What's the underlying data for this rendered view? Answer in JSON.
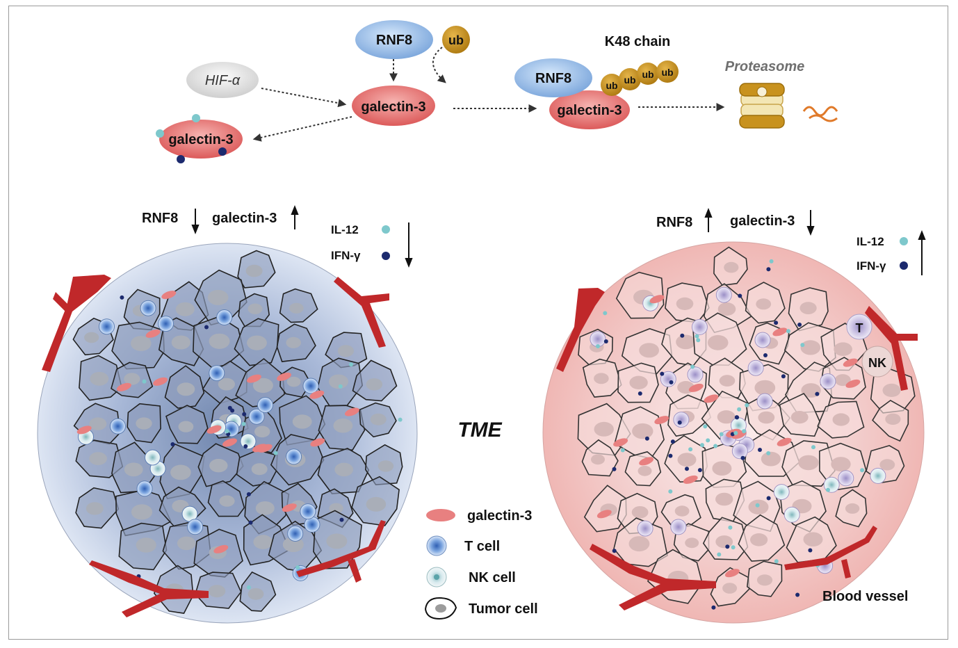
{
  "pathway": {
    "hif": "HIF-α",
    "rnf8": "RNF8",
    "ub": "ub",
    "galectin3": "galectin-3",
    "k48_chain": "K48 chain",
    "proteasome": "Proteasome"
  },
  "left_panel": {
    "rnf8": "RNF8",
    "galectin3": "galectin-3",
    "il12": "IL-12",
    "ifng": "IFN-γ"
  },
  "right_panel": {
    "rnf8": "RNF8",
    "galectin3": "galectin-3",
    "il12": "IL-12",
    "ifng": "IFN-γ",
    "t_label": "T",
    "nk_label": "NK",
    "blood_vessel": "Blood vessel"
  },
  "center_label": "TME",
  "legend": {
    "galectin3": "galectin-3",
    "t_cell": "T cell",
    "nk_cell": "NK cell",
    "tumor_cell": "Tumor cell"
  },
  "colors": {
    "rnf8_blue": "#8fb8e8",
    "galectin_red": "#e06262",
    "ub_gold": "#c8921e",
    "vessel_red": "#c0282a",
    "il12_cyan": "#7ec8cc",
    "ifng_navy": "#1c2a6e",
    "left_tme": "#c9d6ec",
    "right_tme": "#f4c8c6"
  }
}
